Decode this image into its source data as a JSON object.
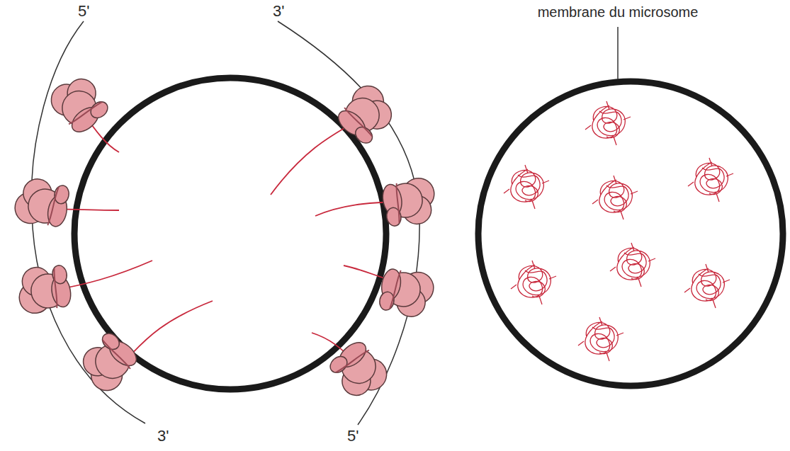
{
  "diagram": {
    "labels": [
      "5'",
      "3'",
      "membrane du microsome",
      "3'",
      "5'"
    ]
  }
}
